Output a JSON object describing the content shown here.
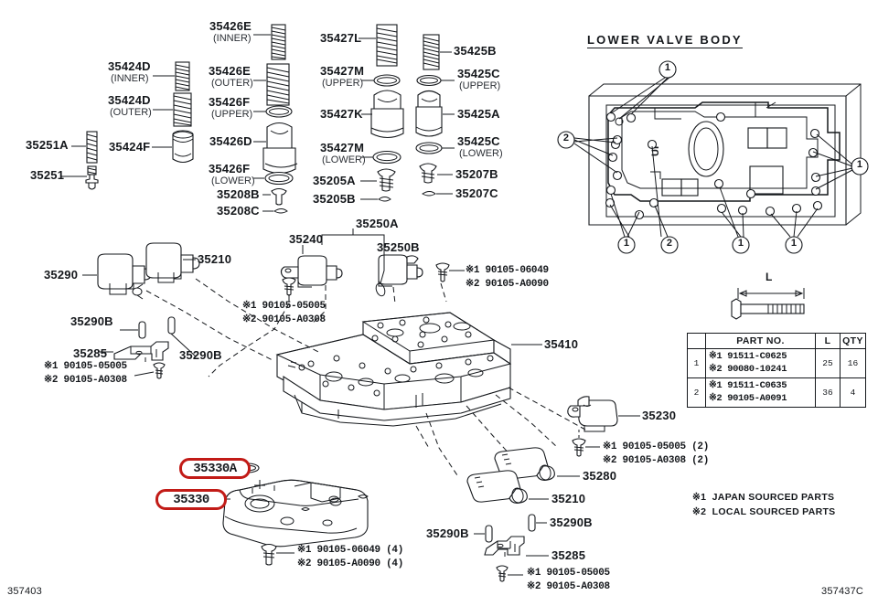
{
  "document": {
    "id_left": "357403",
    "id_right": "357437C"
  },
  "sections": {
    "lower_valve_body_title": "LOWER VALVE BODY"
  },
  "legend": {
    "line1": "※1  JAPAN SOURCED PARTS",
    "line2": "※2  LOCAL SOURCED PARTS"
  },
  "parts_table": {
    "headers": [
      "",
      "PART NO.",
      "L",
      "QTY"
    ],
    "rows": [
      {
        "no": "1",
        "part_no_1": "※1 91511-C0625",
        "part_no_2": "※2 90080-10241",
        "length": "25",
        "qty": "16"
      },
      {
        "no": "2",
        "part_no_1": "※1 91511-C0635",
        "part_no_2": "※2 90105-A0091",
        "length": "36",
        "qty": "4"
      }
    ],
    "dimension_label": "L"
  },
  "callouts": {
    "c35251a": "35251A",
    "c35251": "35251",
    "c35424d_inner": "35424D",
    "c35424d_inner_sub": "(INNER)",
    "c35424d_outer": "35424D",
    "c35424d_outer_sub": "(OUTER)",
    "c35424f": "35424F",
    "c35426e_inner": "35426E",
    "c35426e_inner_sub": "(INNER)",
    "c35426e_outer": "35426E",
    "c35426e_outer_sub": "(OUTER)",
    "c35426f_upper": "35426F",
    "c35426f_upper_sub": "(UPPER)",
    "c35426d": "35426D",
    "c35426f_lower": "35426F",
    "c35426f_lower_sub": "(LOWER)",
    "c35208b": "35208B",
    "c35208c": "35208C",
    "c35427l": "35427L",
    "c35427m_upper": "35427M",
    "c35427m_upper_sub": "(UPPER)",
    "c35427k": "35427K",
    "c35427m_lower": "35427M",
    "c35427m_lower_sub": "(LOWER)",
    "c35205a": "35205A",
    "c35205b": "35205B",
    "c35425b": "35425B",
    "c35425c_upper": "35425C",
    "c35425c_upper_sub": "(UPPER)",
    "c35425a": "35425A",
    "c35425c_lower": "35425C",
    "c35425c_lower_sub": "(LOWER)",
    "c35207b": "35207B",
    "c35207c": "35207C",
    "c35290_left": "35290",
    "c35210_top": "35210",
    "c35290b_left1": "35290B",
    "c35285_left": "35285",
    "c35290b_left2": "35290B",
    "c35240": "35240",
    "c35250a": "35250A",
    "c35250b": "35250B",
    "c35410": "35410",
    "c35230": "35230",
    "c35280": "35280",
    "c35210_bottom": "35210",
    "c35290b_r1": "35290B",
    "c35290b_r2": "35290B",
    "c35285_right": "35285"
  },
  "bolt_specs": {
    "left_35285_1": "※1 90105-05005",
    "left_35285_2": "※2 90105-A0308",
    "center_35240_1": "※1 90105-05005",
    "center_35240_2": "※2 90105-A0308",
    "center_top_1": "※1 90105-06049",
    "center_top_2": "※2 90105-A0090",
    "right_35230_1": "※1 90105-05005 (2)",
    "right_35230_2": "※2 90105-A0308 (2)",
    "bottom_pan_1": "※1 90105-06049 (4)",
    "bottom_pan_2": "※2 90105-A0090 (4)",
    "bottom_right_1": "※1 90105-05005",
    "bottom_right_2": "※2 90105-A0308"
  },
  "valve_body_markers": {
    "m1": "1",
    "m2": "2"
  },
  "colors": {
    "highlight": "#c21b17",
    "ink": "#15181c",
    "paper": "#ffffff"
  },
  "highlighted_parts": {
    "p35330a": "35330A",
    "p35330": "35330"
  }
}
